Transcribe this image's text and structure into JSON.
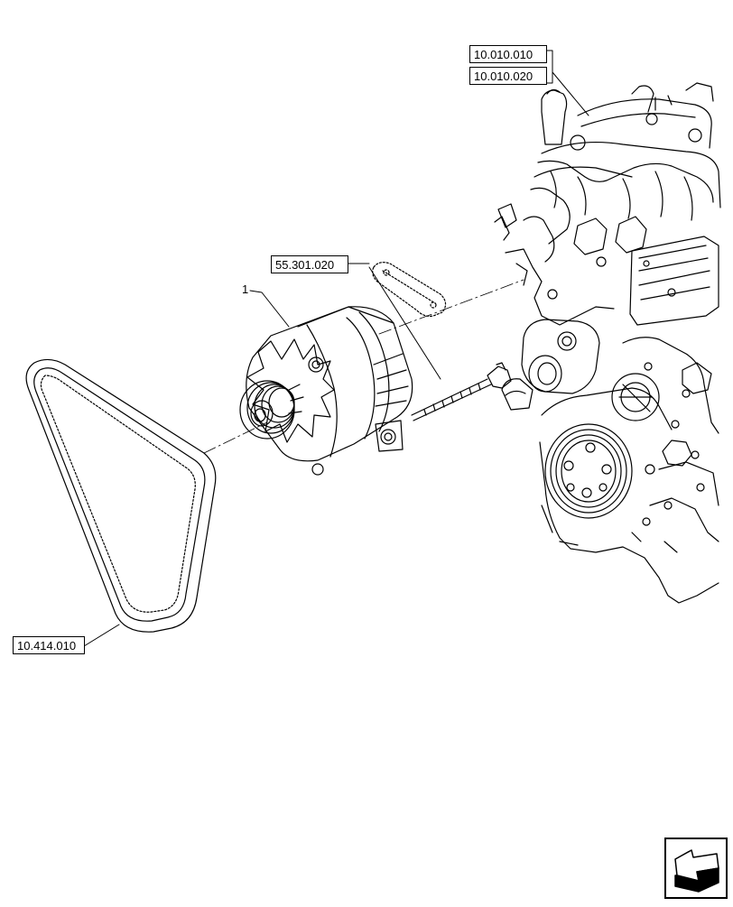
{
  "references": {
    "engine_a": "10.010.010",
    "engine_b": "10.010.020",
    "bracket_bolt": "55.301.020",
    "belt": "10.414.010"
  },
  "items": {
    "alternator_number": "1"
  },
  "icons": {
    "navigation": "return-arrow-icon"
  },
  "colors": {
    "line": "#000000",
    "background": "#ffffff"
  }
}
